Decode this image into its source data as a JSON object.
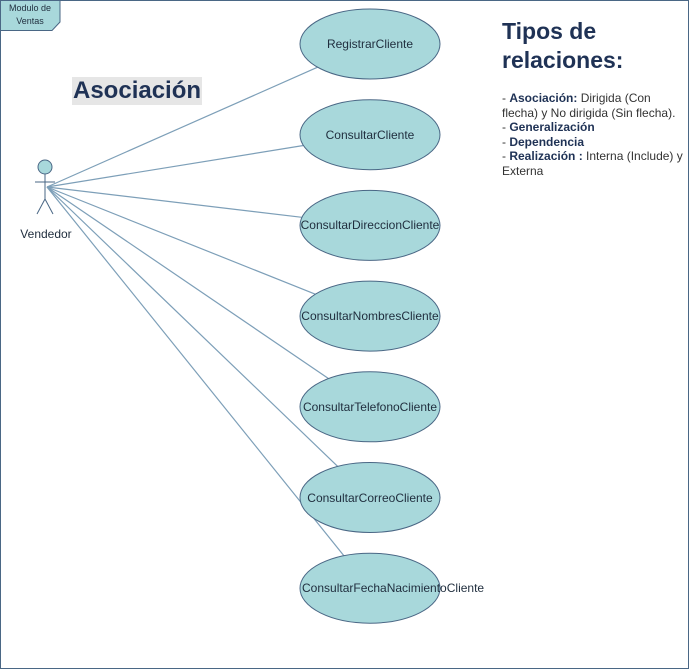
{
  "frame": {
    "tab_label": "Modulo de Ventas"
  },
  "title": "Asociación",
  "notes": {
    "title": "Tipos de relaciones:",
    "items": [
      {
        "term": "Asociación:",
        "desc": " Dirigida (Con flecha) y No  dirigida (Sin flecha)."
      },
      {
        "term": "Generalización",
        "desc": ""
      },
      {
        "term": "Dependencia",
        "desc": ""
      },
      {
        "term": "Realización :",
        "desc": " Interna (Include) y Externa"
      }
    ]
  },
  "actor": {
    "name": "Vendedor",
    "icon": "stick-figure-icon"
  },
  "use_cases": [
    "RegistrarCliente",
    "ConsultarCliente",
    "ConsultarDireccionCliente",
    "ConsultarNombresCliente",
    "ConsultarTelefonoCliente",
    "ConsultarCorreoCliente",
    "ConsultarFechaNacimientoCliente"
  ],
  "colors": {
    "use_case_fill": "#a8d8db",
    "stroke": "#4a6785",
    "line": "#7d9fb8",
    "title_bg": "#e6e6e6",
    "text_dark": "#1f3255"
  }
}
